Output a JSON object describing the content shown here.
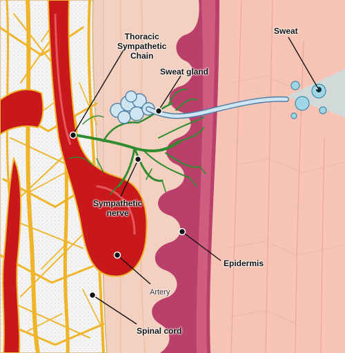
{
  "labels": {
    "thoracic_chain": [
      "Thoracic",
      "Sympathetic",
      "Chain"
    ],
    "sweat_gland": "Sweat gland",
    "sweat": "Sweat",
    "sympathetic_nerve": [
      "Sympathetic",
      "nerve"
    ],
    "epidermis": "Epidermis",
    "artery": "Artery",
    "spinal_cord": "Spinal cord"
  },
  "colors": {
    "spinal_cord": "#f4f4f4",
    "nerve_fibers": "#f0b429",
    "artery": "#c8181b",
    "sympathetic_nerve": "#2e8b2e",
    "dermis": "#f3d0c0",
    "epidermis": "#b8406a",
    "outer_skin": "#f7c3b4",
    "sweat_gland": "#cfe6f2",
    "sweat_droplet": "#9fd6e8"
  }
}
